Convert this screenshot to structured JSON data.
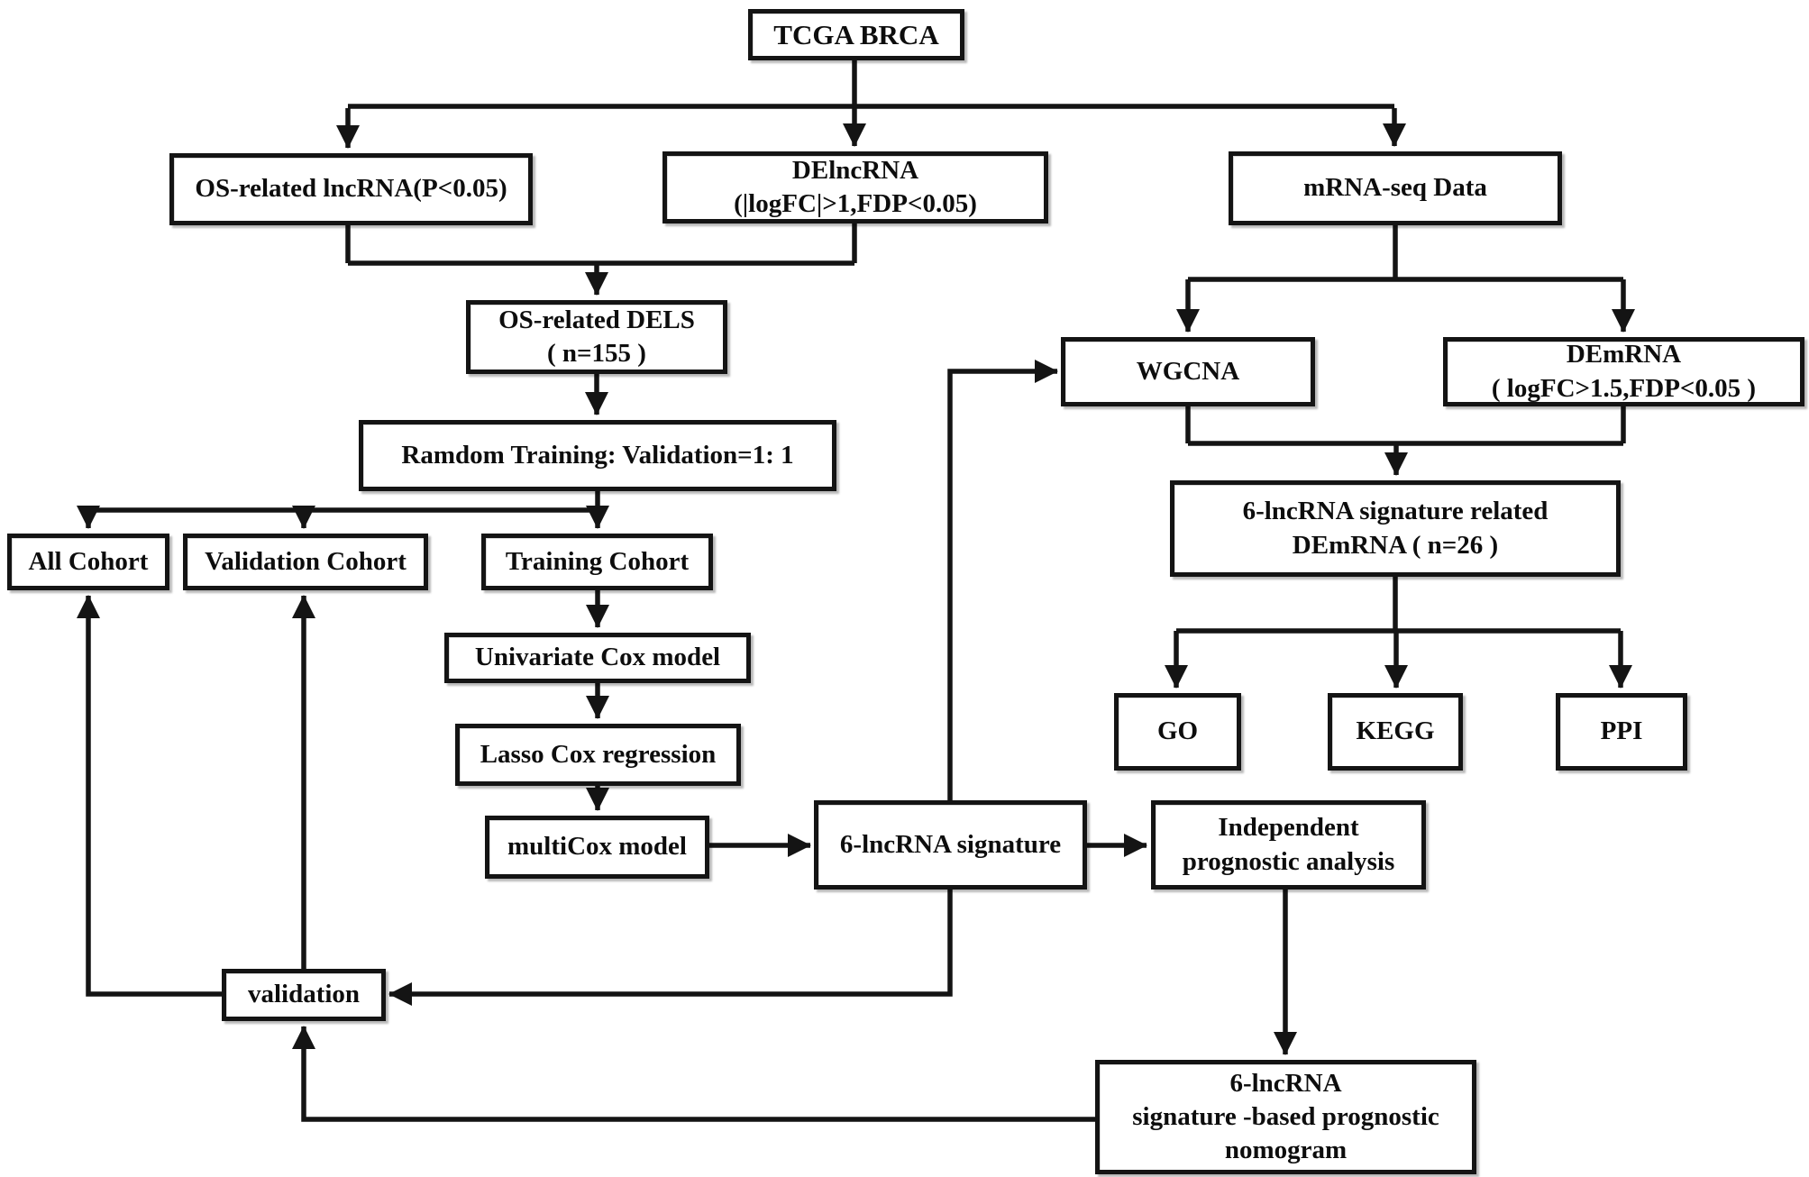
{
  "nodes": {
    "tcga_brca": {
      "label": "TCGA BRCA"
    },
    "os_lncrna": {
      "label": "OS-related lncRNA(P<0.05)"
    },
    "delncrna": {
      "label": "DElncRNA\n(|logFC|>1,FDP<0.05)"
    },
    "mrna_seq": {
      "label": "mRNA-seq Data"
    },
    "os_dels": {
      "label": "OS-related DELS\n( n=155 )"
    },
    "random_split": {
      "label": "Ramdom Training:  Validation=1:  1"
    },
    "all_cohort": {
      "label": "All Cohort"
    },
    "validation_cohort": {
      "label": "Validation Cohort"
    },
    "training_cohort": {
      "label": "Training Cohort"
    },
    "univariate_cox": {
      "label": "Univariate Cox  model"
    },
    "lasso_cox": {
      "label": "Lasso Cox regression"
    },
    "multicox": {
      "label": "multiCox model"
    },
    "signature": {
      "label": "6-lncRNA signature"
    },
    "independent": {
      "label": "Independent\nprognostic analysis"
    },
    "wgcna": {
      "label": "WGCNA"
    },
    "demrna": {
      "label": "DEmRNA\n( logFC>1.5,FDP<0.05 )"
    },
    "related_demrna": {
      "label": "6-lncRNA signature related\nDEmRNA ( n=26 )"
    },
    "go": {
      "label": "GO"
    },
    "kegg": {
      "label": "KEGG"
    },
    "ppi": {
      "label": "PPI"
    },
    "validation": {
      "label": "validation"
    },
    "nomogram": {
      "label": "6-lncRNA\nsignature -based prognostic\nnomogram"
    }
  },
  "colors": {
    "line": "#141414",
    "box_border": "#141414",
    "text": "#0d0d0d",
    "background": "#ffffff"
  }
}
